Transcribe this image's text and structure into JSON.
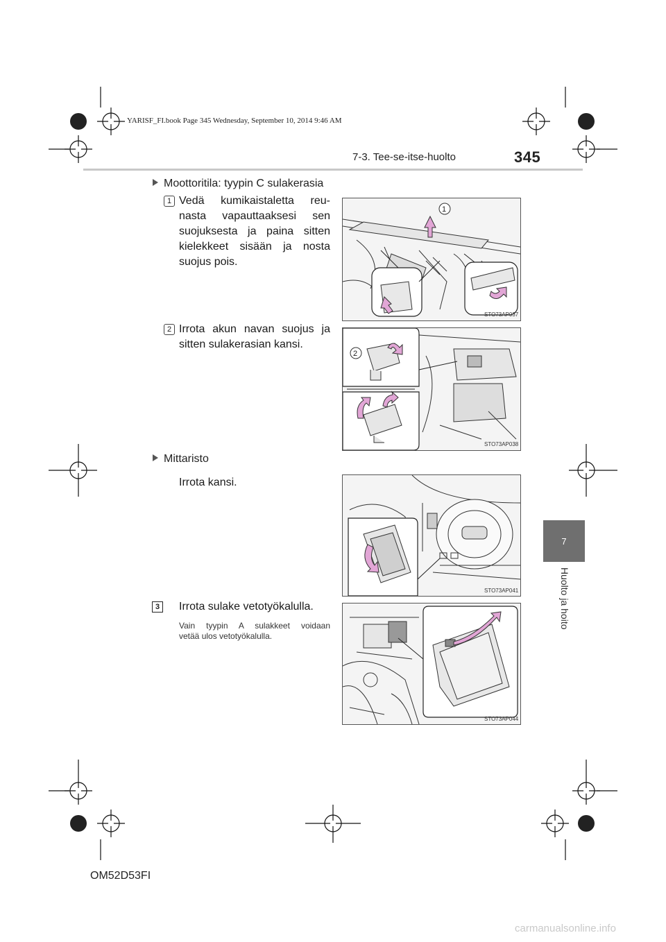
{
  "book_meta": "YARISF_FI.book  Page 345  Wednesday, September 10, 2014  9:46 AM",
  "header": {
    "section": "7-3. Tee-se-itse-huolto",
    "page_number": "345"
  },
  "side_tab": {
    "chapter_number": "7",
    "chapter_label": "Huolto ja hoito"
  },
  "content": {
    "bullet1": "Moottoritila: tyypin C sulakerasia",
    "step1": {
      "number": "1",
      "text": "Vedä kumikaistaletta reu-nasta vapauttaaksesi sen suojuksesta ja paina sitten kielekkeet sisään ja nosta suojus pois."
    },
    "step1_lines": [
      "Vedä kumikaistaletta reu-",
      "nasta vapauttaaksesi sen",
      "suojuksesta ja paina sitten",
      "kielekkeet sisään ja nosta",
      "suojus pois."
    ],
    "step2": {
      "number": "2",
      "lines": [
        "Irrota akun navan suojus ja",
        "sitten sulakerasian kansi."
      ]
    },
    "bullet2": "Mittaristo",
    "bullet2_text": "Irrota kansi.",
    "step3": {
      "number": "3",
      "text": "Irrota sulake vetotyökalulla.",
      "note_lines": [
        "Vain tyypin A sulakkeet voidaan",
        "vetää ulos vetotyökalulla."
      ]
    }
  },
  "figures": [
    {
      "code": "STO73AP037",
      "callout": "1"
    },
    {
      "code": "STO73AP038",
      "callout": "2"
    },
    {
      "code": "STO73AP041"
    },
    {
      "code": "STO73AP044"
    }
  ],
  "colors": {
    "arrow": "#e2a6d6",
    "tab": "#6f6f6f",
    "rule": "#c8c8c8"
  },
  "footer": {
    "code": "OM52D53FI",
    "watermark": "carmanualsonline.info"
  }
}
